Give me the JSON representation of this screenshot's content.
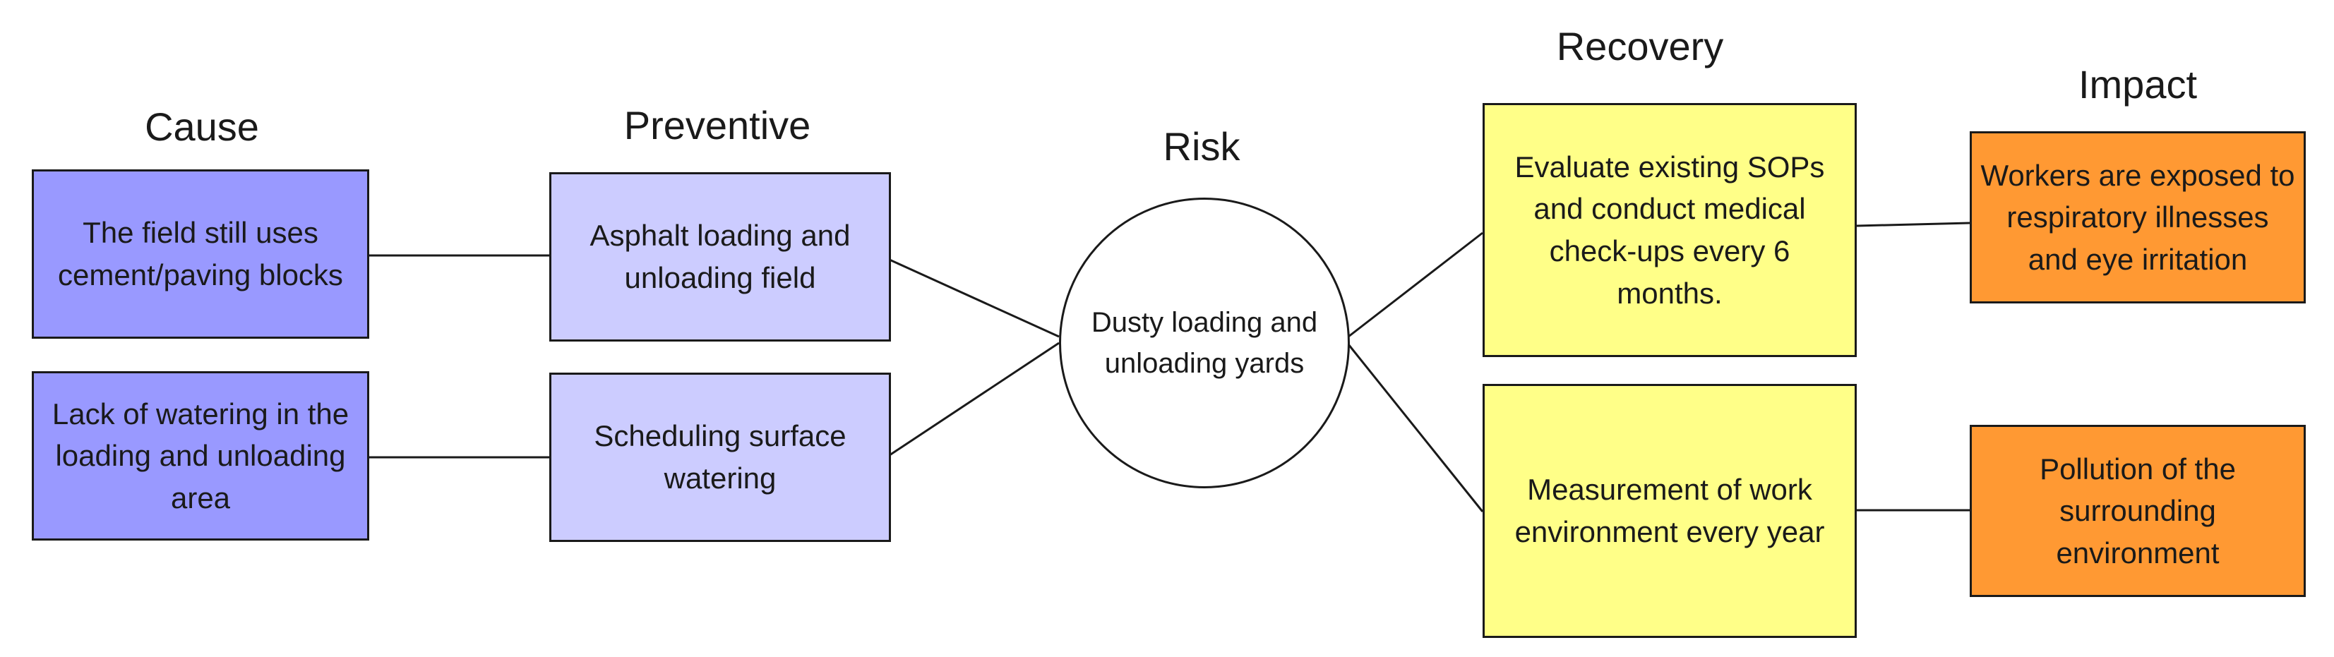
{
  "headings": {
    "cause": "Cause",
    "preventive": "Preventive",
    "risk": "Risk",
    "recovery": "Recovery",
    "impact": "Impact"
  },
  "causes": [
    "The field still uses cement/paving blocks",
    "Lack of watering in the loading and unloading area"
  ],
  "preventive": [
    "Asphalt loading and unloading field",
    "Scheduling surface watering"
  ],
  "risk": "Dusty loading and unloading yards",
  "recovery": [
    "Evaluate existing SOPs and conduct medical check-ups every 6 months.",
    "Measurement of work environment every year"
  ],
  "impacts": [
    "Workers are exposed to respiratory illnesses and eye irritation",
    "Pollution of the surrounding environment"
  ],
  "colors": {
    "cause": "#9999ff",
    "preventive": "#ccccff",
    "recovery": "#ffff88",
    "impact": "#ff9933",
    "risk": "#ffffff",
    "line": "#1a1a1a"
  }
}
